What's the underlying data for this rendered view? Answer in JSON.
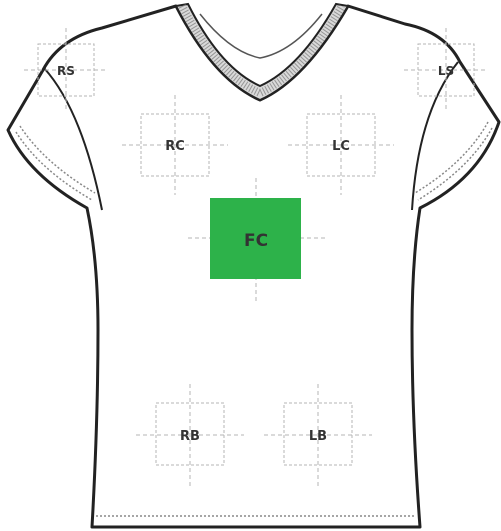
{
  "colors": {
    "outline": "#222222",
    "collar_fill": "#d9d9d9",
    "guide": "#b5b5b5",
    "selected_fill": "#2db24a",
    "label": "#333333"
  },
  "selected_zone": "FC",
  "zones": {
    "RS": "RS",
    "LS": "LS",
    "RC": "RC",
    "LC": "LC",
    "FC": "FC",
    "RB": "RB",
    "LB": "LB"
  }
}
